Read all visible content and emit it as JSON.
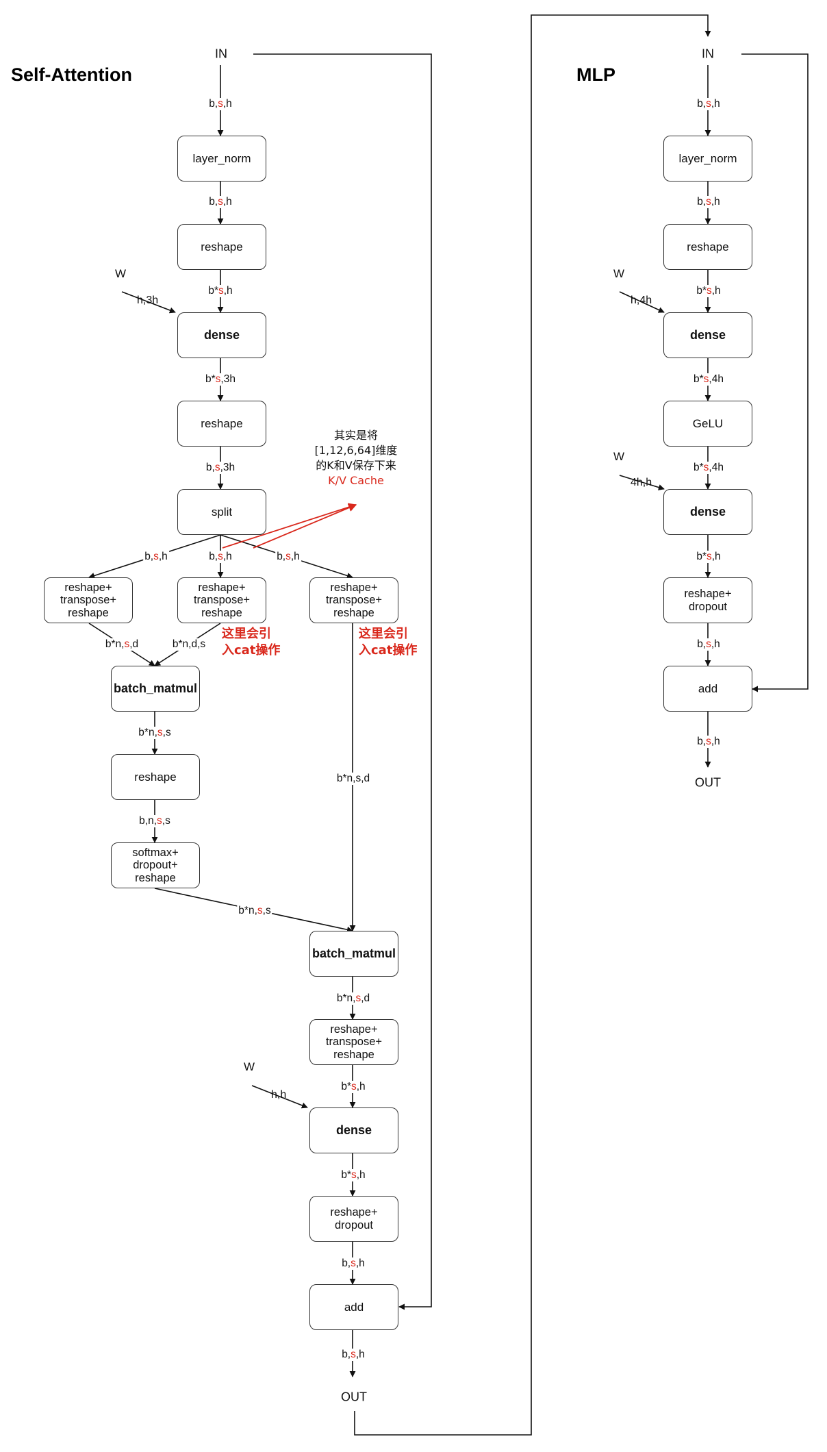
{
  "titles": {
    "self_attention": "Self-Attention",
    "mlp": "MLP"
  },
  "self_attention": {
    "in_label": "IN",
    "out_label": "OUT",
    "w_label_1": "W",
    "w_label_2": "W",
    "w_shape_1": "h,3h",
    "w_shape_2": "h,h",
    "boxes": {
      "layer_norm": "layer_norm",
      "reshape1": "reshape",
      "dense1": "dense",
      "reshape2": "reshape",
      "split": "split",
      "rtr_q": "reshape+\ntranspose+\nreshape",
      "rtr_k": "reshape+\ntranspose+\nreshape",
      "rtr_v": "reshape+\ntranspose+\nreshape",
      "batch_matmul1": "batch_matmul",
      "reshape3": "reshape",
      "softmax": "softmax+\ndropout+\nreshape",
      "batch_matmul2": "batch_matmul",
      "rtr_out": "reshape+\ntranspose+\nreshape",
      "dense2": "dense",
      "reshape_dropout": "reshape+\ndropout",
      "add": "add"
    },
    "edges": {
      "in_ln": [
        "b,",
        "s",
        ",h"
      ],
      "ln_r1": [
        "b,",
        "s",
        ",h"
      ],
      "r1_d1": [
        "b*",
        "s",
        ",h"
      ],
      "d1_r2": [
        "b*",
        "s",
        ",3h"
      ],
      "r2_split": [
        "b,",
        "s",
        ",3h"
      ],
      "split_q": [
        "b,",
        "s",
        ",h"
      ],
      "split_k": [
        "b,",
        "s",
        ",h"
      ],
      "split_v": [
        "b,",
        "s",
        ",h"
      ],
      "q_bm": [
        "b*n,",
        "s",
        ",d"
      ],
      "k_bm": [
        "b*n,d,s",
        "",
        ""
      ],
      "bm_r3": [
        "b*n,",
        "s",
        ",s"
      ],
      "r3_sm": [
        "b,n,",
        "s",
        ",s"
      ],
      "sm_bm2": [
        "b*n,",
        "s",
        ",s"
      ],
      "v_bm2": [
        "b*n,s,d",
        "",
        ""
      ],
      "bm2_rtr": [
        "b*n,",
        "s",
        ",d"
      ],
      "rtr_d2": [
        "b*",
        "s",
        ",h"
      ],
      "d2_rd": [
        "b*",
        "s",
        ",h"
      ],
      "rd_add": [
        "b,",
        "s",
        ",h"
      ],
      "add_out": [
        "b,",
        "s",
        ",h"
      ]
    },
    "annotations": {
      "kv_note_line1": "其实是将",
      "kv_note_line2": "[1,12,6,64]维度",
      "kv_note_line3": "的K和V保存下来",
      "kv_cache": "K/V Cache",
      "cat_note_k_line1": "这里会引",
      "cat_note_k_line2": "入cat操作",
      "cat_note_v_line1": "这里会引",
      "cat_note_v_line2": "入cat操作"
    }
  },
  "mlp": {
    "in_label": "IN",
    "out_label": "OUT",
    "w_label_1": "W",
    "w_label_2": "W",
    "w_shape_1": "h,4h",
    "w_shape_2": "4h,h",
    "boxes": {
      "layer_norm": "layer_norm",
      "reshape": "reshape",
      "dense1": "dense",
      "gelu": "GeLU",
      "dense2": "dense",
      "reshape_dropout": "reshape+\ndropout",
      "add": "add"
    },
    "edges": {
      "in_ln": [
        "b,",
        "s",
        ",h"
      ],
      "ln_r": [
        "b,",
        "s",
        ",h"
      ],
      "r_d1": [
        "b*",
        "s",
        ",h"
      ],
      "d1_gelu": [
        "b*",
        "s",
        ",4h"
      ],
      "gelu_d2": [
        "b*",
        "s",
        ",4h"
      ],
      "d2_rd": [
        "b*",
        "s",
        ",h"
      ],
      "rd_add": [
        "b,",
        "s",
        ",h"
      ],
      "add_out": [
        "b,",
        "s",
        ",h"
      ]
    }
  },
  "colors": {
    "highlight_red": "#d9281c",
    "line": "#111111",
    "box_border": "#333333"
  }
}
